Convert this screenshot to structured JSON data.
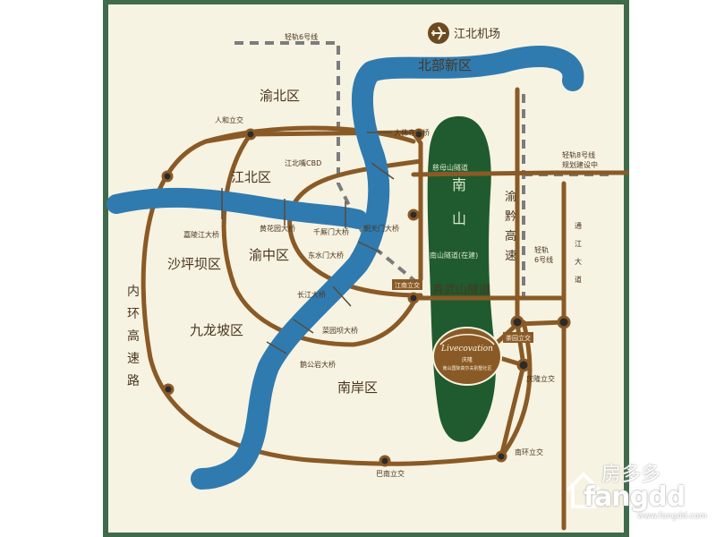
{
  "airport": {
    "label": "江北机场",
    "icon": "airplane-icon"
  },
  "districts": {
    "beibu": "北部新区",
    "yubei": "渝北区",
    "jiangbei": "江北区",
    "shapingba": "沙坪坝区",
    "yuzhong": "渝中区",
    "jiulongpo": "九龙坡区",
    "nanan": "南岸区"
  },
  "mountain": {
    "char1": "南",
    "char2": "山"
  },
  "ring_road": [
    "内",
    "环",
    "高",
    "速",
    "路"
  ],
  "yuqian": [
    "渝",
    "黔",
    "高",
    "速"
  ],
  "tongjiang": [
    "通",
    "江",
    "大",
    "道"
  ],
  "lines": {
    "rail6": "轻轨6号线",
    "rail8_a": "轻轨8号线",
    "rail8_b": "规划建设中",
    "rail6_v1": "轻轨",
    "rail6_v2": "6号线"
  },
  "tunnels": {
    "tongluo": "慈母山隧道",
    "nanshan": "南山隧道(在建)",
    "zhenwu": "真武山隧道"
  },
  "interchanges": {
    "renhe": "人和立交",
    "cbd": "江北嘴CBD",
    "jiangnan": "江南立交",
    "chayuan": "茶园立交",
    "qingling": "庆隆立交",
    "nanhuan": "南环立交",
    "banan": "巴南立交"
  },
  "bridges": {
    "dafosi": "大佛寺大桥",
    "jialing": "嘉陵江大桥",
    "huanghuayuan": "黄花园大桥",
    "qiansimen": "千厮门大桥",
    "dongshuimen": "东水门大桥",
    "chaotianmen": "朝天门大桥",
    "changjiang": "长江大桥",
    "caiyuanba": "菜园坝大桥",
    "egongyan": "鹅公岩大桥"
  },
  "project": {
    "logo": "Livecovation",
    "sub1": "庆隆",
    "sub2": "南山国际高尔夫别墅社区"
  },
  "watermark": {
    "cn": "房多多",
    "en": "fangdd",
    "url": "www.fangdd.com"
  },
  "colors": {
    "river": "#2f7bb0",
    "road": "#8a5a26",
    "mountain": "#1f5b2e",
    "rail": "#7c7c7c",
    "background": "#f7f3e2",
    "frame": "#3f6b4c"
  }
}
